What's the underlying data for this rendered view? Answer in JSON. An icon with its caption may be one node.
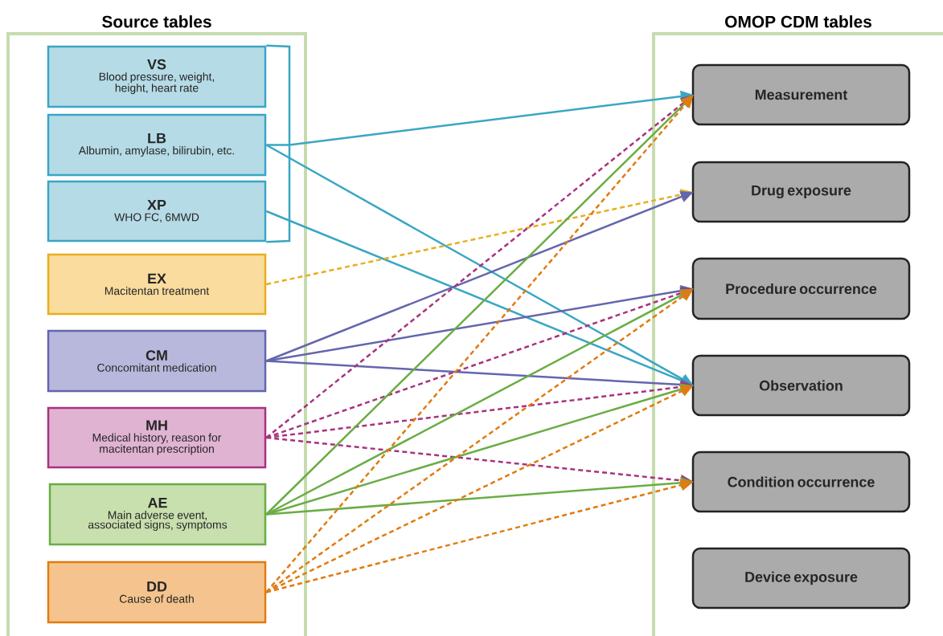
{
  "diagram": {
    "nodes": [
      {
        "text": [
          "Source tables"
        ]
      },
      {
        "text": [
          "VS",
          "Blood pressure, weight, height, heart rate"
        ],
        "in": 0
      },
      {
        "text": [
          "LB",
          "Albumin, amylase, bilirubin, etc."
        ],
        "in": 0
      },
      {
        "text": [
          "XP",
          "WHO FC, 6MWD"
        ],
        "in": 0
      },
      {
        "text": [
          "EX",
          "Macitentan treatment"
        ],
        "in": 0
      },
      {
        "text": [
          "CM",
          "Concomitant medication"
        ],
        "in": 0
      },
      {
        "text": [
          "MH",
          "Medical history, reason for macitentan prescription"
        ],
        "in": 0
      },
      {
        "text": [
          "AE",
          "Main adverse event, associated signs, symptoms"
        ],
        "in": 0
      },
      {
        "text": [
          "DD",
          "Cause of death"
        ],
        "in": 0
      },
      {
        "text": [
          "OMOP CDM tables"
        ]
      },
      {
        "text": [
          "Measurement"
        ],
        "in": 9
      },
      {
        "text": [
          "Drug exposure"
        ],
        "in": 9
      },
      {
        "text": [
          "Procedure occurrence"
        ],
        "in": 9
      },
      {
        "text": [
          "Observation"
        ],
        "in": 9
      },
      {
        "text": [
          "Condition occurrence"
        ],
        "in": 9
      },
      {
        "text": [
          "Device exposure"
        ],
        "in": 9
      }
    ],
    "edges": [
      {
        "from": 1,
        "to": 10,
        "arrow": "to",
        "color": "#3aa6c4"
      },
      {
        "from": 2,
        "to": 10,
        "arrow": "to",
        "color": "#3aa6c4"
      },
      {
        "from": 3,
        "to": 10,
        "arrow": "to",
        "color": "#3aa6c4"
      },
      {
        "from": 2,
        "to": 13,
        "arrow": "to",
        "color": "#3aa6c4"
      },
      {
        "from": 3,
        "to": 13,
        "arrow": "to",
        "color": "#3aa6c4"
      },
      {
        "from": 4,
        "to": 11,
        "arrow": "to",
        "style": "dashed",
        "color": "#e8ae1e"
      },
      {
        "from": 5,
        "to": 11,
        "arrow": "to",
        "color": "#6366ad"
      },
      {
        "from": 5,
        "to": 12,
        "arrow": "to",
        "color": "#6366ad"
      },
      {
        "from": 5,
        "to": 13,
        "arrow": "to",
        "color": "#6366ad"
      },
      {
        "from": 6,
        "to": 10,
        "arrow": "to",
        "style": "dashed",
        "color": "#a8337f"
      },
      {
        "from": 6,
        "to": 12,
        "arrow": "to",
        "style": "dashed",
        "color": "#a8337f"
      },
      {
        "from": 6,
        "to": 13,
        "arrow": "to",
        "style": "dashed",
        "color": "#a8337f"
      },
      {
        "from": 6,
        "to": 14,
        "arrow": "to",
        "style": "dashed",
        "color": "#a8337f"
      },
      {
        "from": 7,
        "to": 10,
        "arrow": "to",
        "color": "#6aad45"
      },
      {
        "from": 7,
        "to": 12,
        "arrow": "to",
        "color": "#6aad45"
      },
      {
        "from": 7,
        "to": 13,
        "arrow": "to",
        "color": "#6aad45"
      },
      {
        "from": 7,
        "to": 14,
        "arrow": "to",
        "color": "#6aad45"
      },
      {
        "from": 8,
        "to": 10,
        "arrow": "to",
        "style": "dashed",
        "color": "#e07b10"
      },
      {
        "from": 8,
        "to": 12,
        "arrow": "to",
        "style": "dashed",
        "color": "#e07b10"
      },
      {
        "from": 8,
        "to": 13,
        "arrow": "to",
        "style": "dashed",
        "color": "#e07b10"
      },
      {
        "from": 8,
        "to": 14,
        "arrow": "to",
        "style": "dashed",
        "color": "#e07b10"
      }
    ]
  }
}
